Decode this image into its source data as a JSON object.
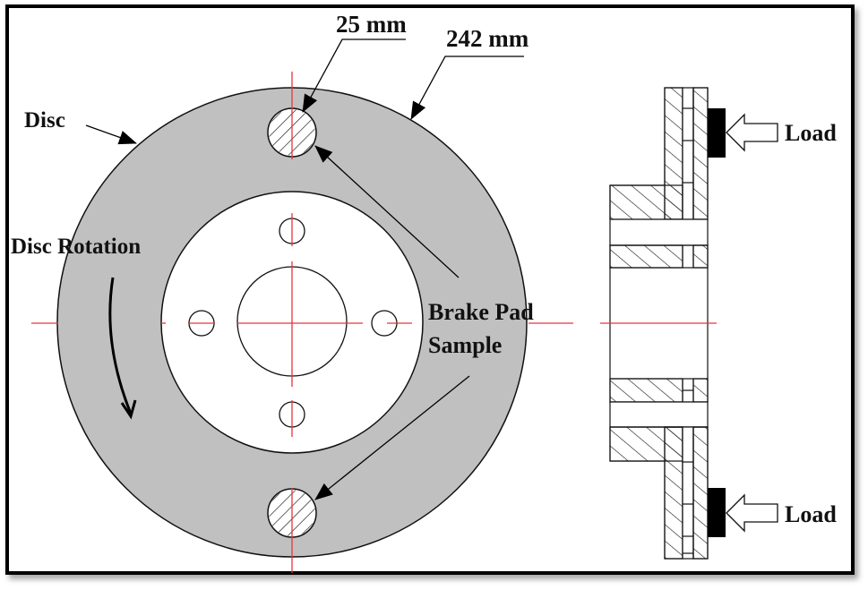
{
  "diagram": {
    "title": "Brake pad disc test setup",
    "labels": {
      "pad_diameter": "25 mm",
      "disc_diameter": "242 mm",
      "disc": "Disc",
      "rotation": "Disc Rotation",
      "brake_pad_line1": "Brake Pad",
      "brake_pad_line2": "Sample",
      "load_top": "Load",
      "load_bottom": "Load"
    },
    "colors": {
      "disc_fill": "#c0c0c0",
      "centerline": "#e8343c",
      "outline": "#111111",
      "pad_block": "#000000"
    }
  }
}
